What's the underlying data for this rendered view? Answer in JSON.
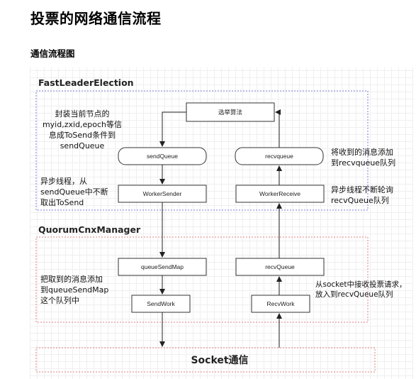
{
  "title": "投票的网络通信流程",
  "subtitle": "通信流程图",
  "sections": {
    "fle": "FastLeaderElection",
    "qcm": "QuorumCnxManager",
    "socket": "Socket通信"
  },
  "boxes": {
    "election": "选举算法",
    "send_queue": "sendQueue",
    "recv_queue": "recvqueue",
    "worker_sender": "WorkerSender",
    "worker_receive": "WorkerReceive",
    "queue_send_map": "queueSendMap",
    "recv_queue2": "recvQueue",
    "send_work": "SendWork",
    "recv_work": "RecvWork"
  },
  "notes": {
    "encapsulate": [
      "封装当前节点的",
      "myid,zxid,epoch等信",
      "息成ToSend条件到",
      "sendQueue"
    ],
    "recv_add": [
      "将收到的消息添加",
      "到recvqueue队列"
    ],
    "async_send": [
      "异步线程，从",
      "sendQueue中不断",
      "取出ToSend"
    ],
    "async_poll": [
      "异步线程不断轮询",
      "recvQueue队列"
    ],
    "add_map": [
      "把取到的消息添加",
      "到queueSendMap",
      "这个队列中"
    ],
    "socket_recv": [
      "从socket中接收投票请求，",
      "放入到recvQueue队列"
    ]
  },
  "colors": {
    "fle_border": "#7b7bdc",
    "qcm_border": "#e08080",
    "socket_border": "#e08080"
  }
}
